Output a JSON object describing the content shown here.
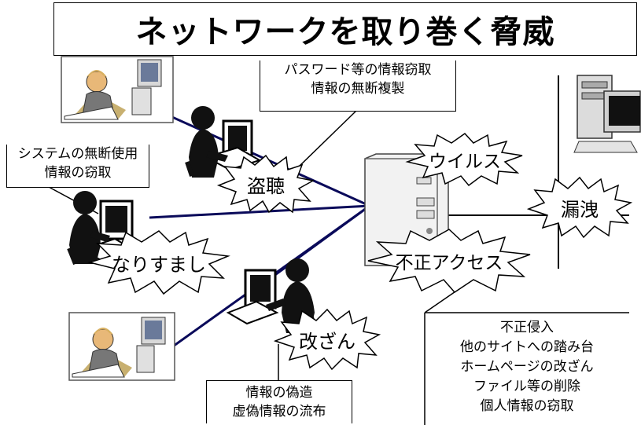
{
  "title": "ネットワークを取り巻く脅威",
  "callouts": {
    "password_theft": [
      "パスワード等の情報窃取",
      "情報の無断複製"
    ],
    "system_use": [
      "システムの無断使用",
      "情報の窃取"
    ],
    "forgery": [
      "情報の偽造",
      "虚偽情報の流布"
    ],
    "intrusion": [
      "不正侵入",
      "他のサイトへの踏み台",
      "ホームページの改ざん",
      "ファイル等の削除",
      "個人情報の窃取"
    ]
  },
  "threats": {
    "eavesdrop": "盗聴",
    "virus": "ウイルス",
    "leak": "漏洩",
    "spoofing": "なりすまし",
    "unauthorized_access": "不正アクセス",
    "tampering": "改ざん"
  }
}
